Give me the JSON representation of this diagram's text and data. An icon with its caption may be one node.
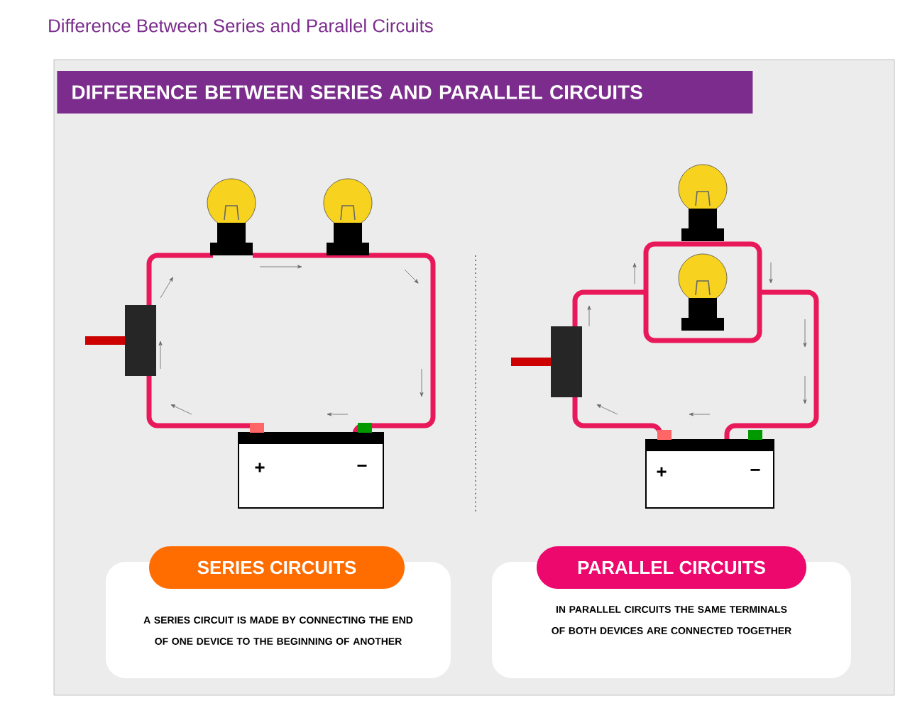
{
  "diagram": {
    "title": "Difference Between Series and Parallel Circuits",
    "nodes": [
      {
        "text": [
          "DIFFERENCE BETWEEN SERIES AND PARALLEL CIRCUITS"
        ]
      },
      {
        "text": [
          "SERIES CIRCUITS"
        ]
      },
      {
        "text": [
          "A SERIES CIRCUIT IS MADE BY CONNECTING THE END OF ONE DEVICE TO THE BEGINNING OF ANOTHER"
        ]
      },
      {
        "text": [
          "PARALLEL CIRCUITS"
        ]
      },
      {
        "text": [
          "IN PARALLEL CIRCUITS THE SAME TERMINALS OF BOTH DEVICES ARE CONNECTED TOGETHER"
        ]
      }
    ],
    "edges": [],
    "labels": [
      "+",
      "−",
      "+",
      "−"
    ]
  }
}
